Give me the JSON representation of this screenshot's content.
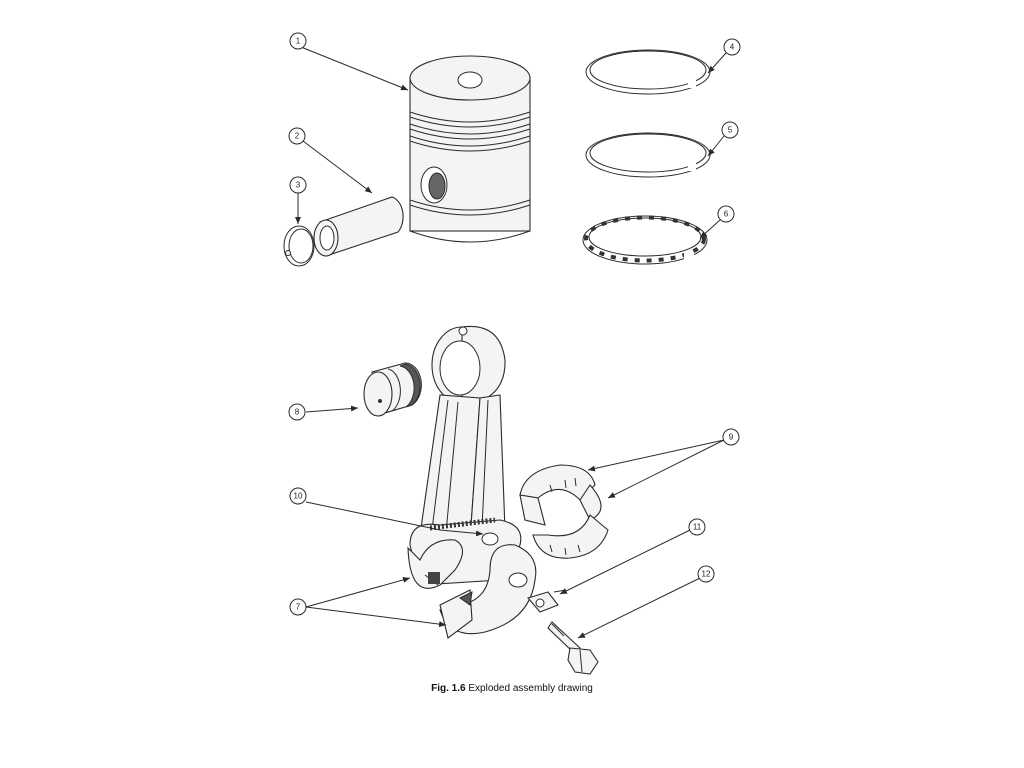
{
  "figure": {
    "caption_prefix": "Fig. 1.6",
    "caption_text": "Exploded assembly drawing"
  },
  "callouts": [
    "1",
    "2",
    "3",
    "4",
    "5",
    "6",
    "7",
    "8",
    "9",
    "10",
    "11",
    "12"
  ],
  "colors": {
    "line": "#2b2b2b",
    "fill_light": "#f4f4f4",
    "fill_dark": "#555555",
    "background": "#ffffff"
  }
}
